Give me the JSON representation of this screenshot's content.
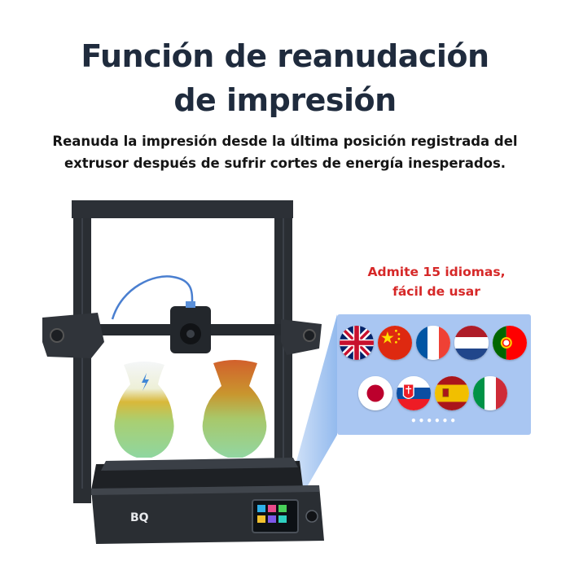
{
  "title": {
    "line1": "Función de reanudación",
    "line2": "de impresión"
  },
  "subtitle": {
    "line1": "Reanuda la impresión desde la última posición registrada del",
    "line2": "extrusor después de sufrir cortes de energía inesperados."
  },
  "languages": {
    "heading_line1": "Admite 15 idiomas,",
    "heading_line2": "fácil de usar",
    "more": "••••••",
    "flags": [
      "uk-flag-icon",
      "china-flag-icon",
      "france-flag-icon",
      "netherlands-flag-icon",
      "portugal-flag-icon",
      "japan-flag-icon",
      "slovakia-flag-icon",
      "spain-flag-icon",
      "italy-flag-icon"
    ]
  },
  "printer": {
    "brand_logo": "BQ"
  },
  "colors": {
    "frame": "#2a2e33",
    "panel": "#a9c6f2",
    "accent_red": "#d62828",
    "title": "#1f2b3d"
  }
}
